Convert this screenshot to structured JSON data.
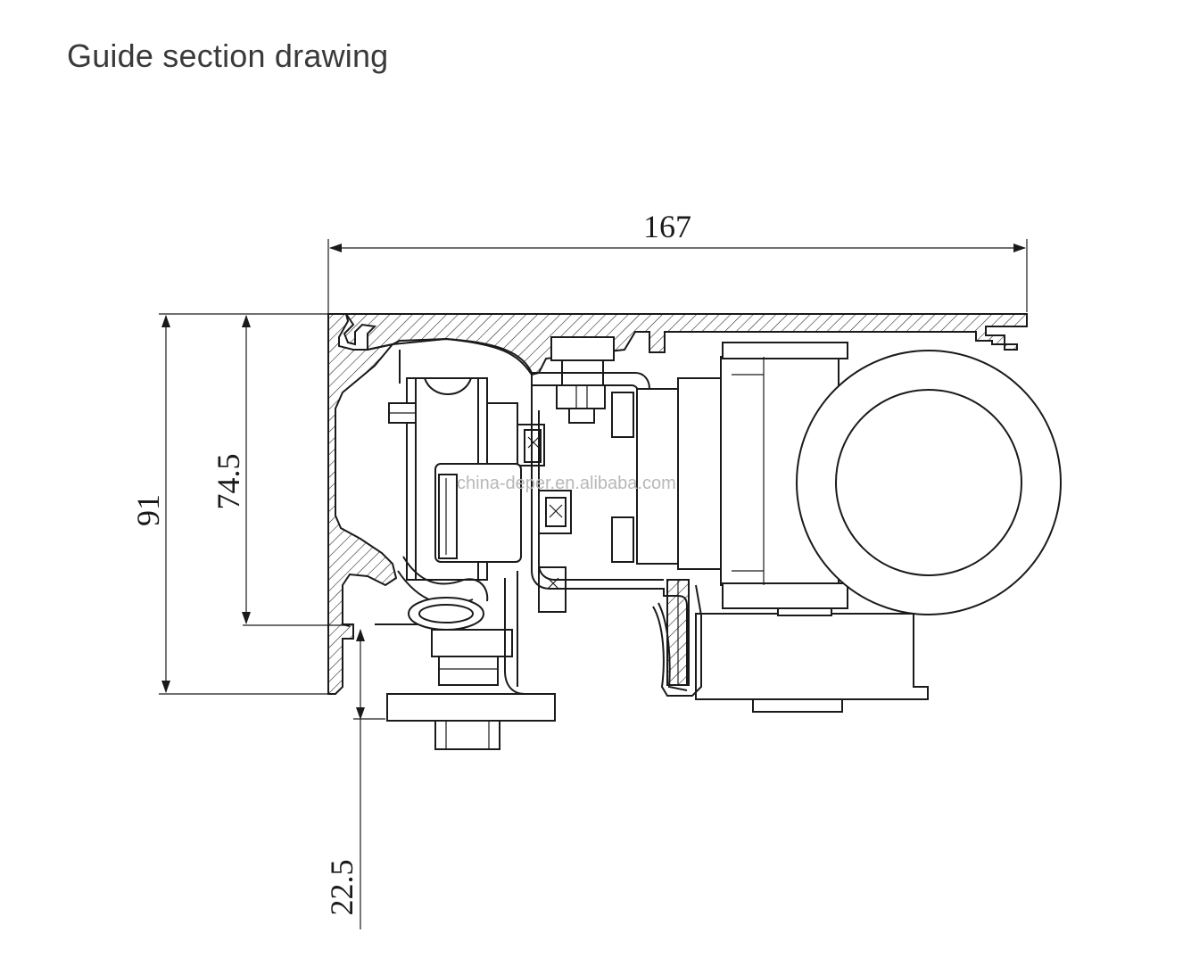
{
  "title": "Guide section drawing",
  "dimensions": {
    "width_top": "167",
    "height_total": "91",
    "height_inner": "74.5",
    "height_bottom": "22.5"
  },
  "watermark": "china-deper.en.alibaba.com",
  "colors": {
    "line": "#1a1a1a",
    "title": "#3a3a3a",
    "watermark": "#b8b8b8"
  }
}
